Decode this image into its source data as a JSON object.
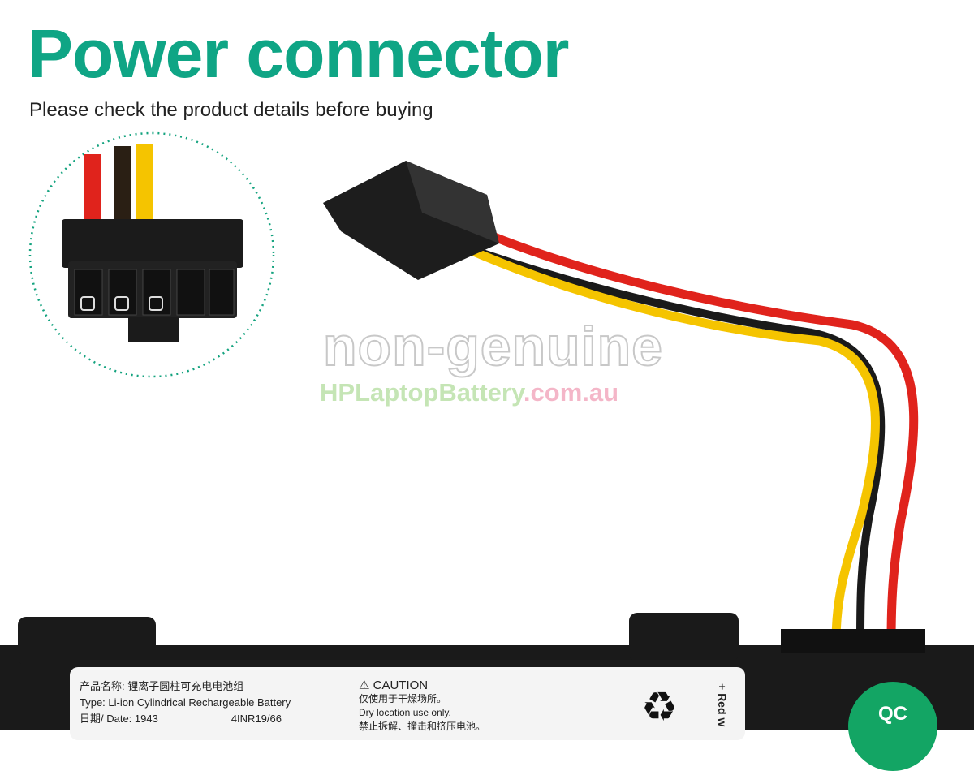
{
  "header": {
    "title": "Power connector",
    "subtitle": "Please check the product details before buying"
  },
  "watermark": {
    "line1": "non-genuine",
    "site_main": "HPLaptopBattery",
    "site_suffix": ".com.au"
  },
  "label": {
    "name_cn": "产品名称: 锂离子圆柱可充电电池组",
    "type": "Type: Li-ion Cylindrical Rechargeable Battery",
    "date": "日期/ Date: 1943",
    "model": "4INR19/66",
    "caution": "CAUTION",
    "caution_cn1": "仅使用于干燥场所。",
    "caution_en1": "Dry location use only.",
    "caution_cn2": "禁止拆解、撞击和挤压电池。",
    "side_text": "+ Red w"
  },
  "badge": {
    "qc": "QC"
  },
  "icons": {
    "caution": "warning-triangle-icon",
    "recycle": "recycle-icon"
  },
  "colors": {
    "title": "#0fa585",
    "wire_red": "#e0231c",
    "wire_yellow": "#f5c400",
    "wire_black": "#1a1a1a",
    "qc": "#13a564"
  }
}
